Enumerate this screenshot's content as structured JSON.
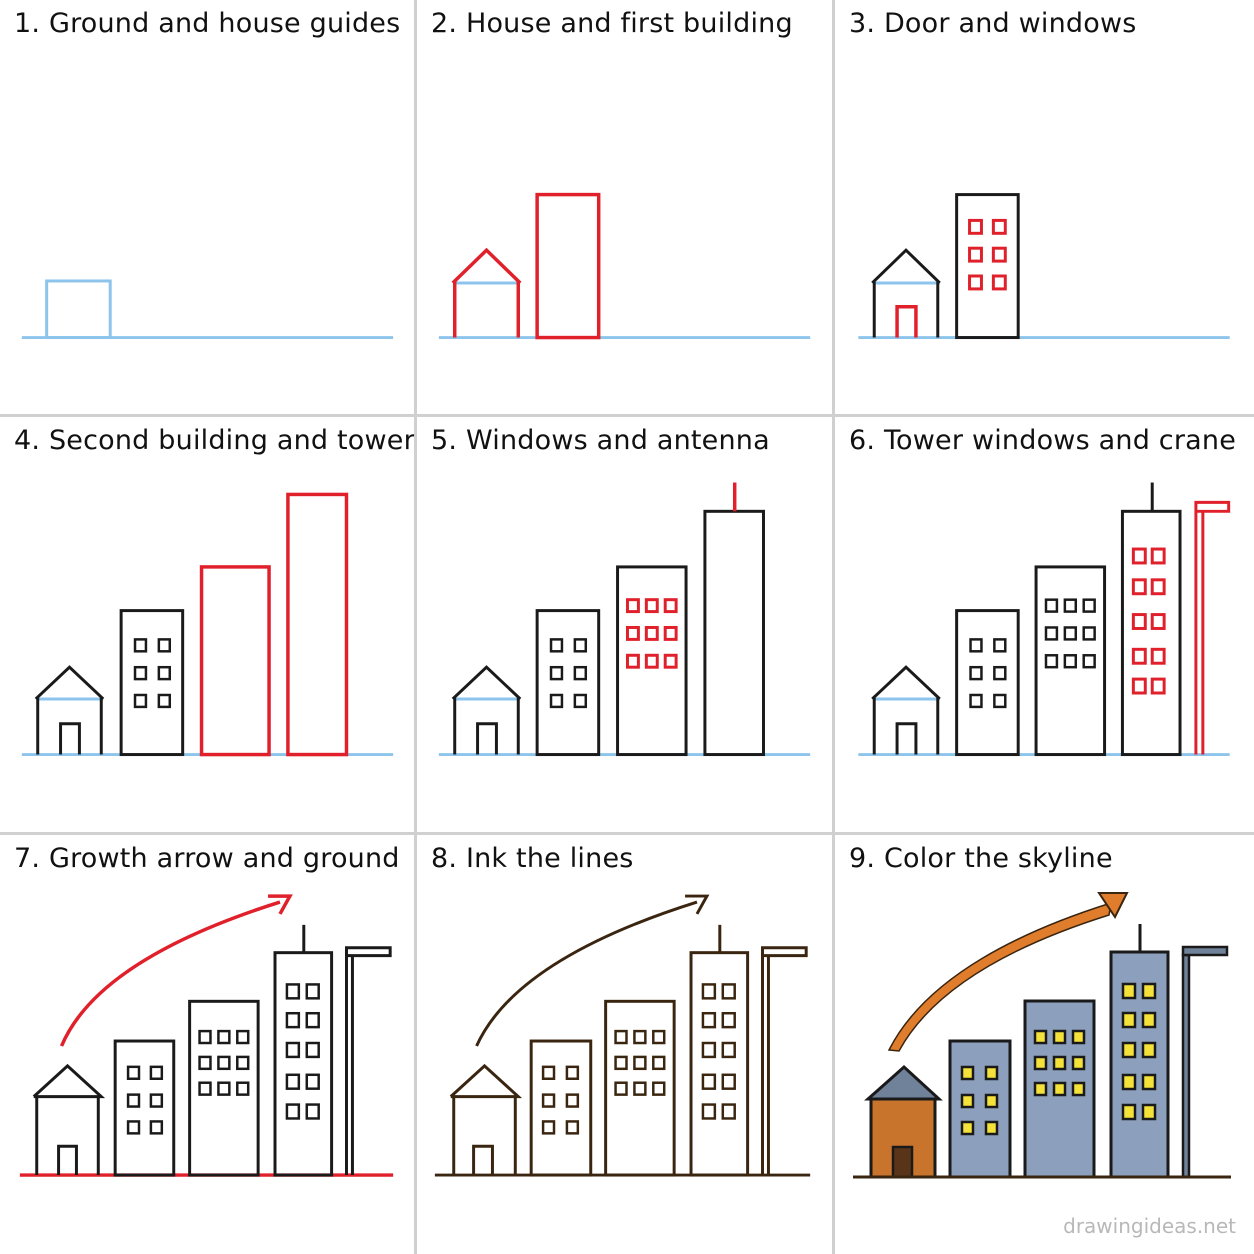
{
  "colors": {
    "guide": "#8cc4ec",
    "new_line": "#e0202a",
    "black": "#1a1a1a",
    "ink": "#3a2510",
    "house_wall": "#c8742c",
    "house_roof": "#6f8299",
    "building_blue": "#8c9fbd",
    "window_yellow": "#f4e23a",
    "arrow_orange": "#e07d2c",
    "door_brown": "#5a3418"
  },
  "steps": [
    {
      "title": "1. Ground and house guides"
    },
    {
      "title": "2. House and first building"
    },
    {
      "title": "3. Door and windows"
    },
    {
      "title": "4. Second building and tower"
    },
    {
      "title": "5. Windows and antenna"
    },
    {
      "title": "6. Tower windows and crane"
    },
    {
      "title": "7. Growth arrow and ground"
    },
    {
      "title": "8. Ink the lines"
    },
    {
      "title": "9. Color the skyline"
    }
  ],
  "watermark": "drawingideas.net"
}
